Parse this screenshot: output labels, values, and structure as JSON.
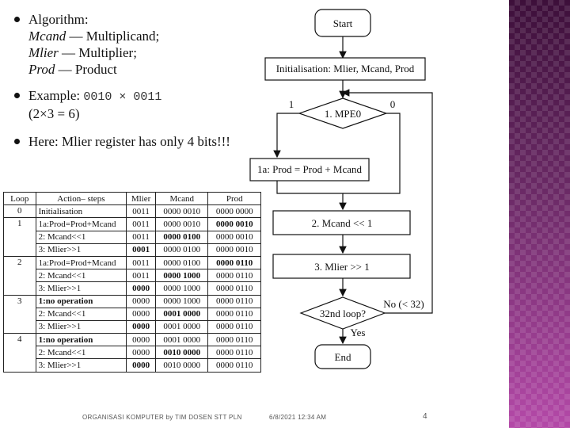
{
  "bullets": {
    "algorithm": {
      "heading": "Algorithm:",
      "defs": [
        {
          "term": "Mcand",
          "desc": " — Multiplicand;"
        },
        {
          "term": "Mlier",
          "desc": " — Multiplier;"
        },
        {
          "term": "Prod",
          "desc": " — Product"
        }
      ]
    },
    "example": {
      "label": "Example: ",
      "expr": "0010 × 0011",
      "note": "(2×3 = 6)"
    },
    "note": "Here: Mlier register has only 4 bits!!!"
  },
  "table": {
    "headers": [
      "Loop",
      "Action– steps",
      "Mlier",
      "Mcand",
      "Prod"
    ],
    "groups": [
      {
        "loop": "0",
        "rows": [
          {
            "action": "Initialisation",
            "mlier": "0011",
            "mcand": "0000 0010",
            "prod": "0000 0000",
            "bold": []
          }
        ]
      },
      {
        "loop": "1",
        "rows": [
          {
            "action": "1a:Prod=Prod+Mcand",
            "mlier": "0011",
            "mcand": "0000 0010",
            "prod": "0000 0010",
            "bold": [
              "prod"
            ]
          },
          {
            "action": "2: Mcand<<1",
            "mlier": "0011",
            "mcand": "0000 0100",
            "prod": "0000 0010",
            "bold": [
              "mcand"
            ]
          },
          {
            "action": "3: Mlier>>1",
            "mlier": "0001",
            "mcand": "0000 0100",
            "prod": "0000 0010",
            "bold": [
              "mlier"
            ]
          }
        ]
      },
      {
        "loop": "2",
        "rows": [
          {
            "action": "1a:Prod=Prod+Mcand",
            "mlier": "0011",
            "mcand": "0000 0100",
            "prod": "0000 0110",
            "bold": [
              "prod"
            ]
          },
          {
            "action": "2: Mcand<<1",
            "mlier": "0011",
            "mcand": "0000 1000",
            "prod": "0000 0110",
            "bold": [
              "mcand"
            ]
          },
          {
            "action": "3: Mlier>>1",
            "mlier": "0000",
            "mcand": "0000 1000",
            "prod": "0000 0110",
            "bold": [
              "mlier"
            ]
          }
        ]
      },
      {
        "loop": "3",
        "rows": [
          {
            "action": "1:no operation",
            "mlier": "0000",
            "mcand": "0000 1000",
            "prod": "0000 0110",
            "bold": [
              "action"
            ]
          },
          {
            "action": "2: Mcand<<1",
            "mlier": "0000",
            "mcand": "0001 0000",
            "prod": "0000 0110",
            "bold": [
              "mcand"
            ]
          },
          {
            "action": "3: Mlier>>1",
            "mlier": "0000",
            "mcand": "0001 0000",
            "prod": "0000 0110",
            "bold": [
              "mlier"
            ]
          }
        ]
      },
      {
        "loop": "4",
        "rows": [
          {
            "action": "1:no operation",
            "mlier": "0000",
            "mcand": "0001 0000",
            "prod": "0000 0110",
            "bold": [
              "action"
            ]
          },
          {
            "action": "2: Mcand<<1",
            "mlier": "0000",
            "mcand": "0010 0000",
            "prod": "0000 0110",
            "bold": [
              "mcand"
            ]
          },
          {
            "action": "3: Mlier>>1",
            "mlier": "0000",
            "mcand": "0010 0000",
            "prod": "0000 0110",
            "bold": [
              "mlier"
            ]
          }
        ]
      }
    ]
  },
  "flowchart": {
    "start": "Start",
    "init": "Initialisation: Mlier, Mcand, Prod",
    "decision1": "1. MPE0",
    "branch_yes": "1",
    "branch_no": "0",
    "step1a": "1a: Prod = Prod + Mcand",
    "step2": "2. Mcand << 1",
    "step3": "3. Mlier >> 1",
    "decision2": "32nd loop?",
    "loop_no": "No (< 32)",
    "loop_yes": "Yes",
    "end": "End"
  },
  "footer": {
    "course": "ORGANISASI KOMPUTER by TIM DOSEN STT PLN",
    "datetime": "6/8/2021 12:34 AM",
    "page": "4"
  }
}
